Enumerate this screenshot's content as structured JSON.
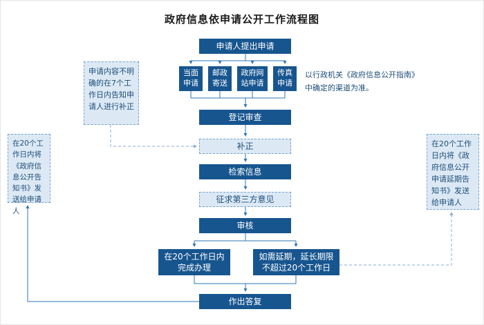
{
  "title": "政府信息依申请公开工作流程图",
  "flow": {
    "apply": "申请人提出申请",
    "methods": [
      {
        "label": "当面申请"
      },
      {
        "label": "邮政寄送"
      },
      {
        "label": "政府网站申请"
      },
      {
        "label": "传真申请"
      }
    ],
    "channel_note": "以行政机关《政府信息公开指南》中确定的渠道为准。",
    "register": "登记审查",
    "supplement": "补正",
    "search": "检索信息",
    "third_party": "征求第三方意见",
    "review": "审核",
    "complete": "在20个工作日内完成办理",
    "extend": "如需延期，延长期限不超过20个工作日",
    "reply": "作出答复"
  },
  "annotations": {
    "supplement_notice": "申请内容不明确的在7个工作日内告知申请人进行补正",
    "disclosure_notice": "在20个工作日内将《政府信息公开告知书》发送给申请人",
    "extension_notice": "在20个工作日内将《政府信息公开申请延期告知书》发送给申请人"
  },
  "colors": {
    "solid_box": "#17558F",
    "light_box_bg": "#DCE9F5",
    "light_box_border": "#74A3CE",
    "dark_text": "#1F4E79",
    "line": "#2E74B5",
    "line_dashed": "#86ABD4"
  }
}
